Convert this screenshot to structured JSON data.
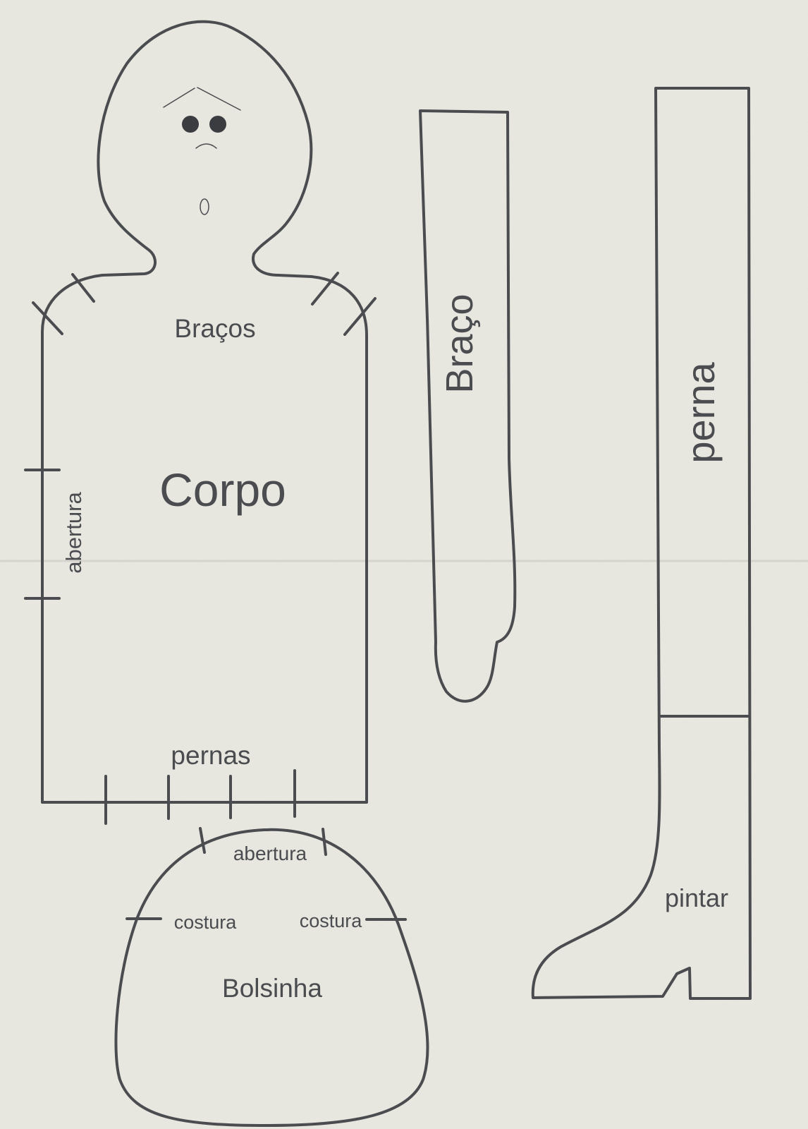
{
  "pattern": {
    "corpo": {
      "title": "Corpo",
      "top_label": "Braços",
      "bottom_label": "pernas",
      "side_label": "abertura"
    },
    "braco": {
      "title": "Braço"
    },
    "perna": {
      "title": "perna",
      "boot_label": "pintar"
    },
    "bolsinha": {
      "title": "Bolsinha",
      "opening_label": "abertura",
      "seam_left_label": "costura",
      "seam_right_label": "costura"
    }
  }
}
